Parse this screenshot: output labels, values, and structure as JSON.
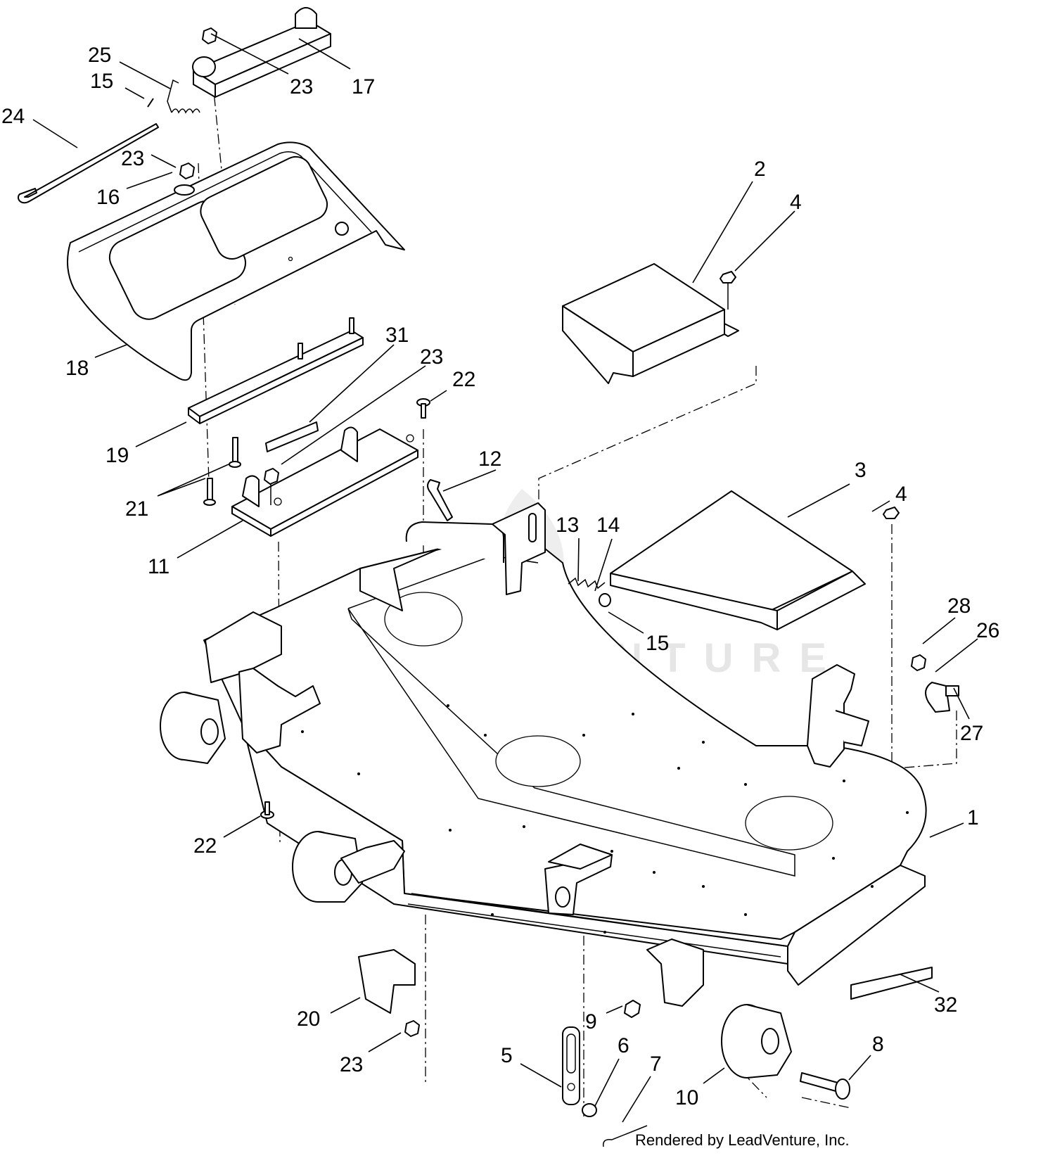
{
  "watermark": "LEADVENTURE",
  "credit": "Rendered by LeadVenture, Inc.",
  "callouts": [
    {
      "id": "c25",
      "label": "25"
    },
    {
      "id": "c15a",
      "label": "15"
    },
    {
      "id": "c24",
      "label": "24"
    },
    {
      "id": "c23a",
      "label": "23"
    },
    {
      "id": "c17",
      "label": "17"
    },
    {
      "id": "c23b",
      "label": "23"
    },
    {
      "id": "c16",
      "label": "16"
    },
    {
      "id": "c18",
      "label": "18"
    },
    {
      "id": "c2",
      "label": "2"
    },
    {
      "id": "c4a",
      "label": "4"
    },
    {
      "id": "c31",
      "label": "31"
    },
    {
      "id": "c23c",
      "label": "23"
    },
    {
      "id": "c22a",
      "label": "22"
    },
    {
      "id": "c19",
      "label": "19"
    },
    {
      "id": "c21",
      "label": "21"
    },
    {
      "id": "c12",
      "label": "12"
    },
    {
      "id": "c3",
      "label": "3"
    },
    {
      "id": "c4b",
      "label": "4"
    },
    {
      "id": "c13",
      "label": "13"
    },
    {
      "id": "c14",
      "label": "14"
    },
    {
      "id": "c11",
      "label": "11"
    },
    {
      "id": "c15b",
      "label": "15"
    },
    {
      "id": "c28",
      "label": "28"
    },
    {
      "id": "c26",
      "label": "26"
    },
    {
      "id": "c27",
      "label": "27"
    },
    {
      "id": "c1",
      "label": "1"
    },
    {
      "id": "c22b",
      "label": "22"
    },
    {
      "id": "c32",
      "label": "32"
    },
    {
      "id": "c20",
      "label": "20"
    },
    {
      "id": "c9",
      "label": "9"
    },
    {
      "id": "c6",
      "label": "6"
    },
    {
      "id": "c7",
      "label": "7"
    },
    {
      "id": "c8",
      "label": "8"
    },
    {
      "id": "c5",
      "label": "5"
    },
    {
      "id": "c10",
      "label": "10"
    },
    {
      "id": "c23d",
      "label": "23"
    }
  ]
}
